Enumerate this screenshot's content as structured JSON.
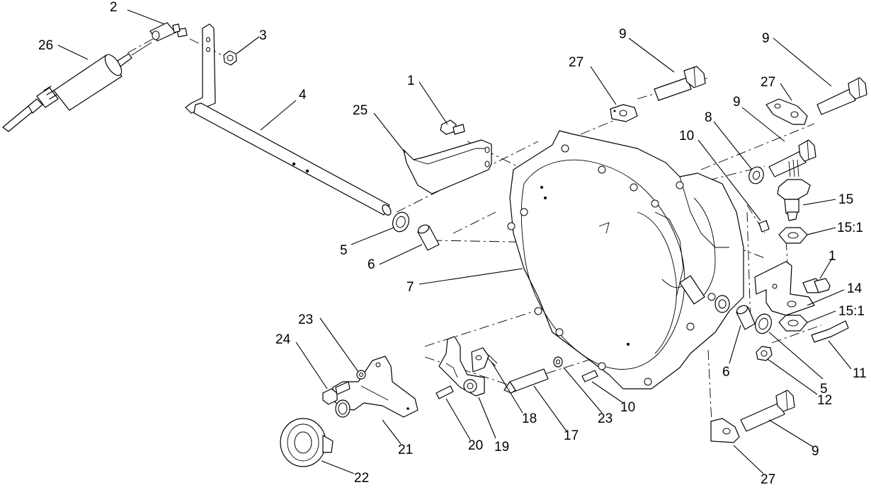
{
  "diagram": {
    "callouts": [
      {
        "id": "c-2",
        "text": "2"
      },
      {
        "id": "c-26",
        "text": "26"
      },
      {
        "id": "c-3",
        "text": "3"
      },
      {
        "id": "c-4",
        "text": "4"
      },
      {
        "id": "c-1a",
        "text": "1"
      },
      {
        "id": "c-25",
        "text": "25"
      },
      {
        "id": "c-27a",
        "text": "27"
      },
      {
        "id": "c-9a",
        "text": "9"
      },
      {
        "id": "c-9b",
        "text": "9"
      },
      {
        "id": "c-27b",
        "text": "27"
      },
      {
        "id": "c-9c",
        "text": "9"
      },
      {
        "id": "c-8",
        "text": "8"
      },
      {
        "id": "c-10a",
        "text": "10"
      },
      {
        "id": "c-15",
        "text": "15"
      },
      {
        "id": "c-15-1a",
        "text": "15:1"
      },
      {
        "id": "c-1b",
        "text": "1"
      },
      {
        "id": "c-14",
        "text": "14"
      },
      {
        "id": "c-15-1b",
        "text": "15:1"
      },
      {
        "id": "c-5a",
        "text": "5"
      },
      {
        "id": "c-6a",
        "text": "6"
      },
      {
        "id": "c-7",
        "text": "7"
      },
      {
        "id": "c-23a",
        "text": "23"
      },
      {
        "id": "c-24",
        "text": "24"
      },
      {
        "id": "c-6b",
        "text": "6"
      },
      {
        "id": "c-5b",
        "text": "5"
      },
      {
        "id": "c-11",
        "text": "11"
      },
      {
        "id": "c-12",
        "text": "12"
      },
      {
        "id": "c-18",
        "text": "18"
      },
      {
        "id": "c-19",
        "text": "19"
      },
      {
        "id": "c-20",
        "text": "20"
      },
      {
        "id": "c-17",
        "text": "17"
      },
      {
        "id": "c-23b",
        "text": "23"
      },
      {
        "id": "c-10b",
        "text": "10"
      },
      {
        "id": "c-21",
        "text": "21"
      },
      {
        "id": "c-22",
        "text": "22"
      },
      {
        "id": "c-9d",
        "text": "9"
      },
      {
        "id": "c-27c",
        "text": "27"
      }
    ]
  }
}
